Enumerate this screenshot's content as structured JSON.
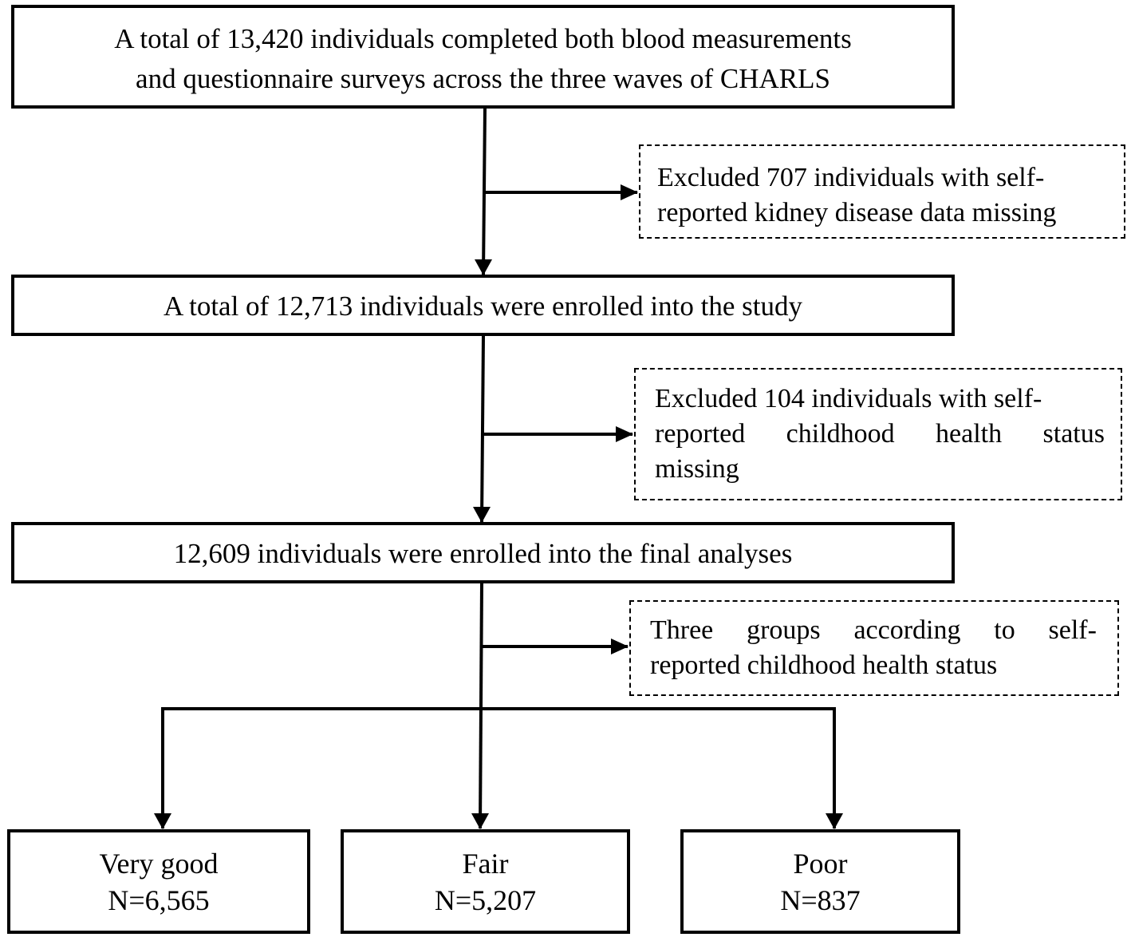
{
  "boxes": {
    "total": {
      "line1": "A total of 13,420 individuals completed both blood measurements",
      "line2": "and questionnaire surveys across the three waves of CHARLS"
    },
    "enrolled": {
      "text": "A total of 12,713 individuals were enrolled into the study"
    },
    "final": {
      "text": "12,609 individuals were enrolled into the final analyses"
    }
  },
  "exclusions": {
    "kidney": {
      "line1": "Excluded 707 individuals with self-",
      "line2": "reported kidney disease data missing"
    },
    "childhood": {
      "line1": "Excluded 104 individuals with self-",
      "line2_words": [
        "reported",
        "childhood",
        "health",
        "status"
      ],
      "line3": "missing"
    },
    "groups_note": {
      "line1_words": [
        "Three",
        "groups",
        "according",
        "to",
        "self-"
      ],
      "line2": "reported childhood health status"
    }
  },
  "groups": [
    {
      "label": "Very good",
      "n": "N=6,565"
    },
    {
      "label": "Fair",
      "n": "N=5,207"
    },
    {
      "label": "Poor",
      "n": "N=837"
    }
  ]
}
